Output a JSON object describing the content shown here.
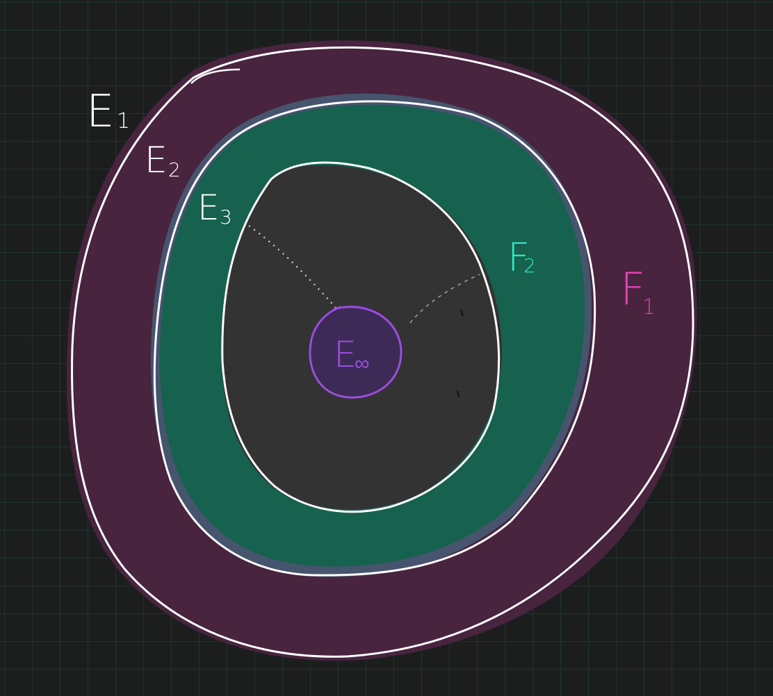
{
  "labels": {
    "e1": "E",
    "e1_sub": "1",
    "e2": "E",
    "e2_sub": "2",
    "e3": "E",
    "e3_sub": "3",
    "e_inf": "E",
    "e_inf_sub": "∞",
    "f1": "F",
    "f1_sub": "1",
    "f2": "F",
    "f2_sub": "2"
  },
  "colors": {
    "background": "#1c1e1d",
    "grid": "#1f4a47",
    "ring_f1": "#4a2440",
    "ring_f2": "#17614f",
    "ring_f2_edge": "#475a73",
    "core": "#333333",
    "outline": "#ffffff",
    "e_inf": "#9a4ee0",
    "f1_text": "#e040b0",
    "f2_text": "#2ee8c4"
  }
}
